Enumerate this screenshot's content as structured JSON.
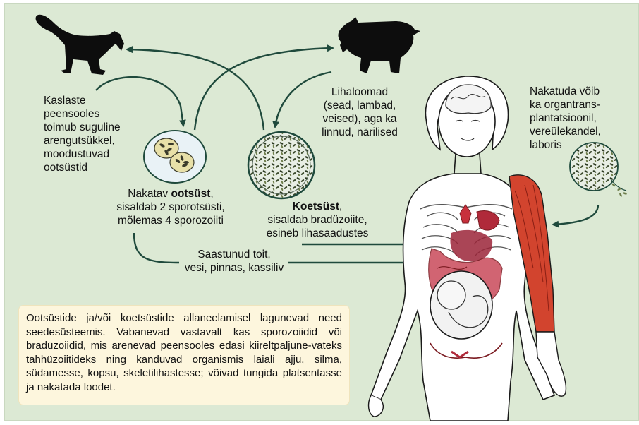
{
  "labels": {
    "feline_text": "Kaslaste\npeensooles\ntoimub suguline\narengutsükkel,\nmoodustuvad\nootsüstid",
    "intermediate_hosts": "Lihaloomad\n(sead, lambad,\nveised), aga ka\nlinnud, närilised",
    "transplant_text": "Nakatuda võib\nka organtrans-\nplantatsioonil,\nvereülekandel,\nlaboris",
    "oocyst_bold": "ootsüst",
    "oocyst_prefix": "Nakatav ",
    "oocyst_suffix": ",",
    "oocyst_details": "sisaldab 2 sporotsüsti,\nmõlemas 4 sporozoiiti",
    "tissue_bold": "Koetsüst",
    "tissue_suffix": ",",
    "tissue_details": "sisaldab bradüzoiite,\nesineb lihasaadustes",
    "contamination": "Saastunud toit,\nvesi, pinnas, kassiliv"
  },
  "description_box": {
    "text": "Ootsüstide ja/või koetsüstide allaneelamisel lagunevad need seedesüsteemis. Vabanevad vastavalt kas sporozoiidid või bradüzoiidid, mis arenevad peensooles edasi kiireltpaljune-vateks tahhüzoiitideks ning kanduvad organismis laiali ajju, silma, südamesse, kopsu, skeletilihastesse; võivad tungida platsentasse ja nakatada loodet."
  },
  "colors": {
    "background": "#dce9d4",
    "arrow": "#1f4a3c",
    "muscle": "#d2442e",
    "organs": "#b5323c",
    "textbox": "#fdf6dd",
    "cyst_fill": "#e9f2f6"
  }
}
